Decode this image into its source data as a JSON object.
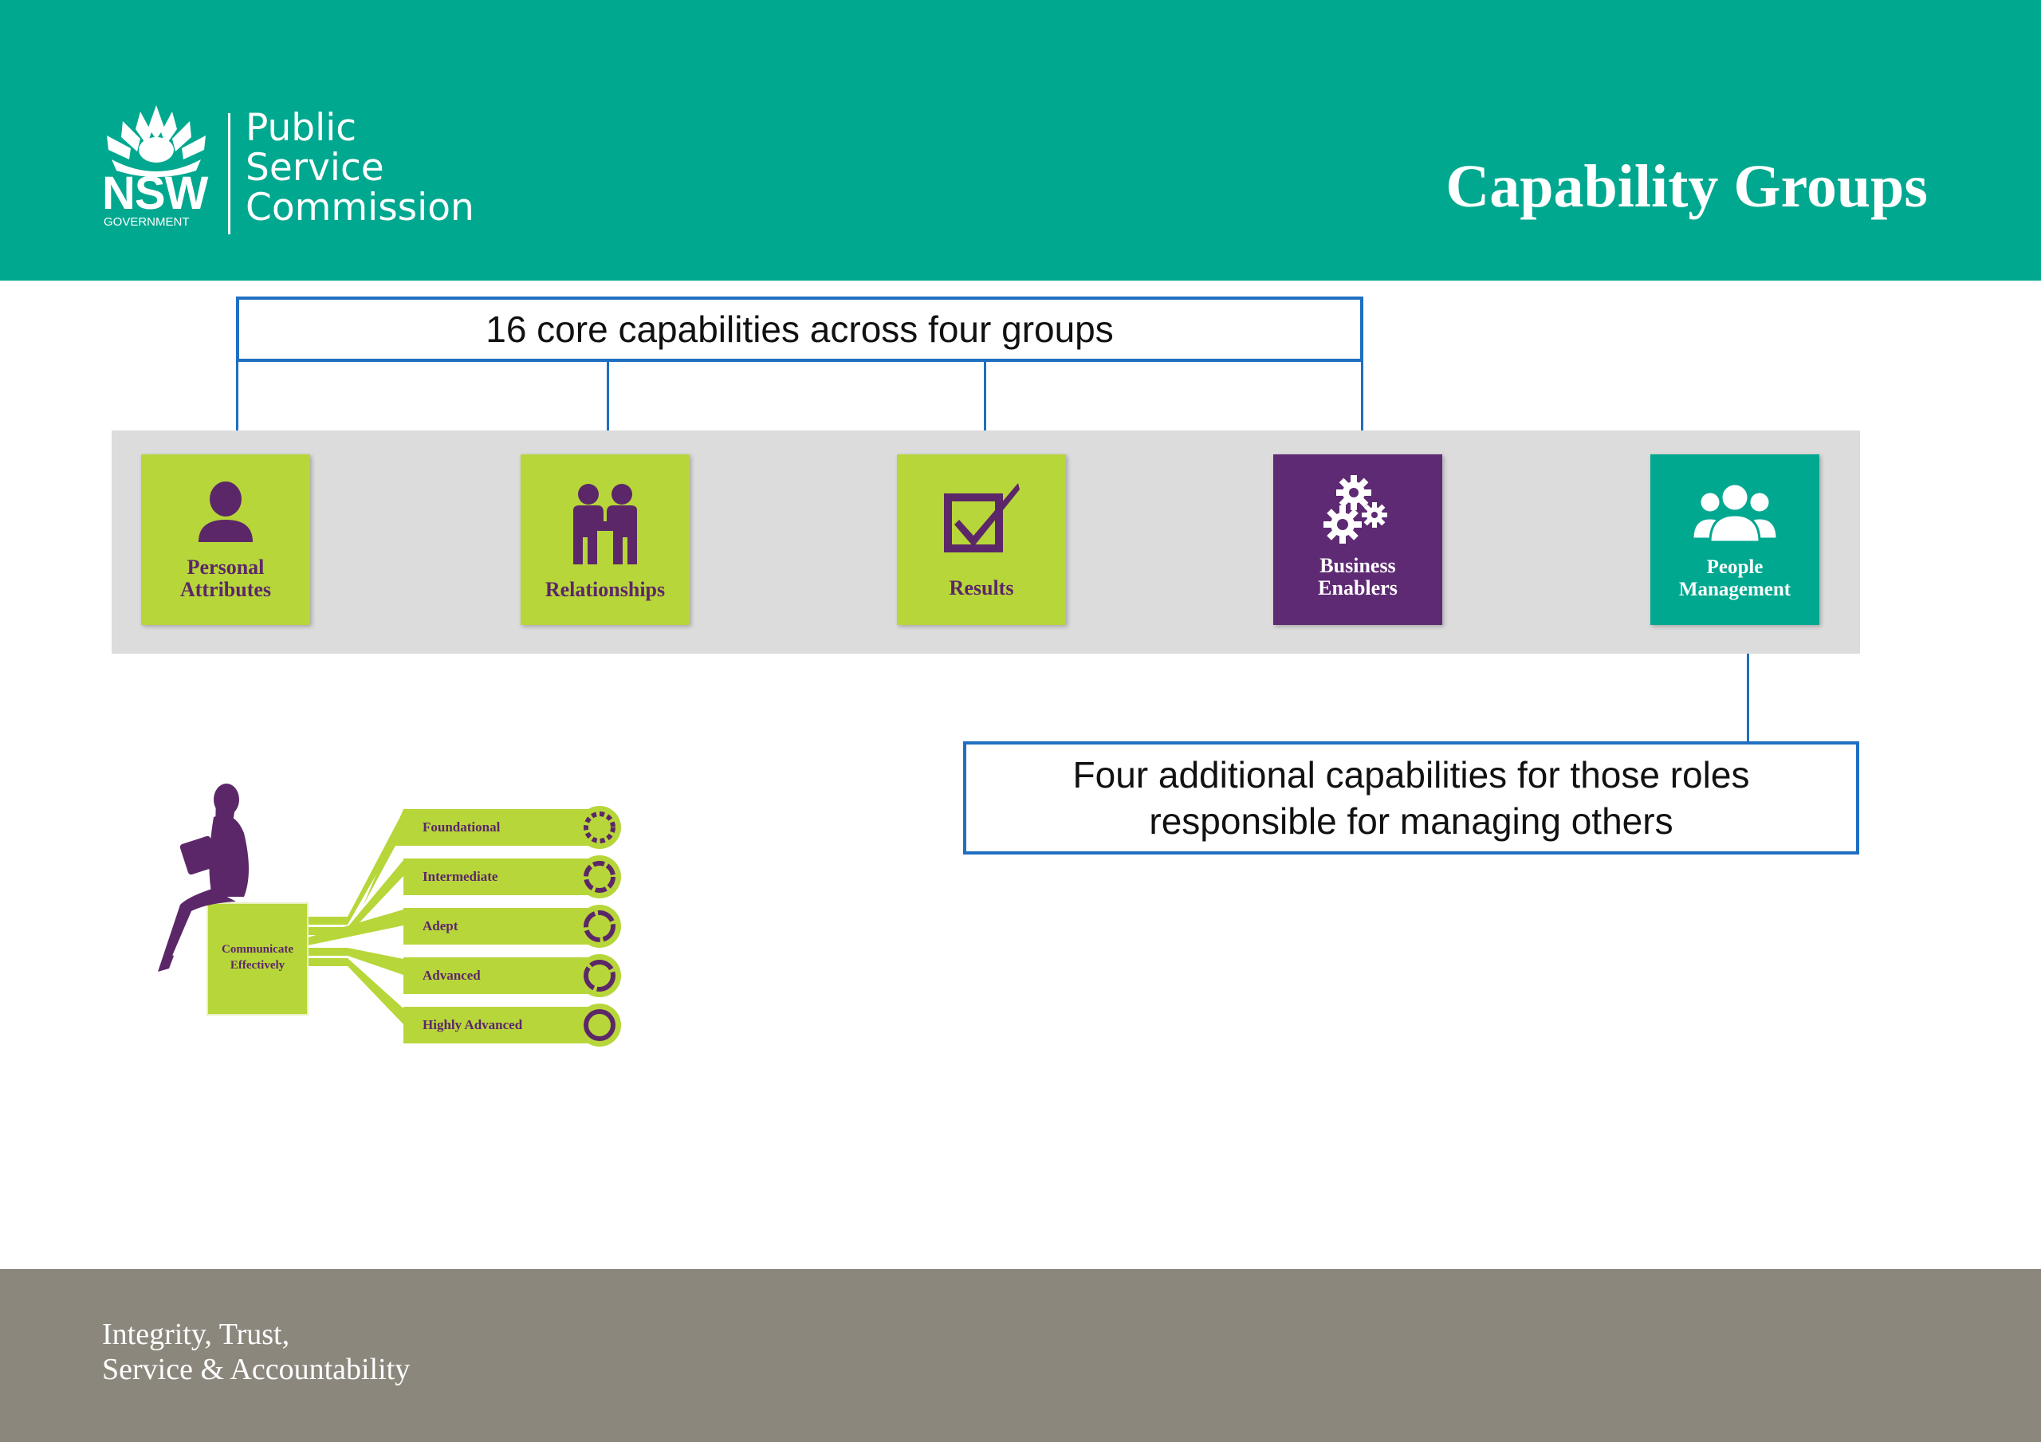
{
  "header": {
    "logo": {
      "nsw": "NSW",
      "government": "GOVERNMENT",
      "org_line1": "Public",
      "org_line2": "Service",
      "org_line3": "Commission"
    },
    "title": "Capability Groups"
  },
  "diagram": {
    "core_callout": "16 core capabilities across four groups",
    "additional_callout_line1": "Four additional capabilities for those roles",
    "additional_callout_line2": "responsible for managing others",
    "groups": [
      {
        "line1": "Personal",
        "line2": "Attributes",
        "icon": "person-icon",
        "color": "#b7d63a"
      },
      {
        "line1": "Relationships",
        "line2": "",
        "icon": "handshake-people-icon",
        "color": "#b7d63a"
      },
      {
        "line1": "Results",
        "line2": "",
        "icon": "checkbox-icon",
        "color": "#b7d63a"
      },
      {
        "line1": "Business",
        "line2": "Enablers",
        "icon": "gears-icon",
        "color": "#5e2a73"
      },
      {
        "line1": "People",
        "line2": "Management",
        "icon": "group-people-icon",
        "color": "#00a88f"
      }
    ],
    "illustration": {
      "capability": "Communicate Effectively",
      "capability_line1": "Communicate",
      "capability_line2": "Effectively",
      "levels": [
        "Foundational",
        "Intermediate",
        "Adept",
        "Advanced",
        "Highly Advanced"
      ]
    }
  },
  "footer": {
    "tagline_line1": "Integrity, Trust,",
    "tagline_line2": "Service & Accountability"
  },
  "colors": {
    "header_teal": "#00a88f",
    "lime": "#b7d63a",
    "purple": "#5e2a73",
    "connector_blue": "#1f6fc1",
    "band_grey": "#dcdcdc",
    "footer_grey": "#8c877d"
  }
}
